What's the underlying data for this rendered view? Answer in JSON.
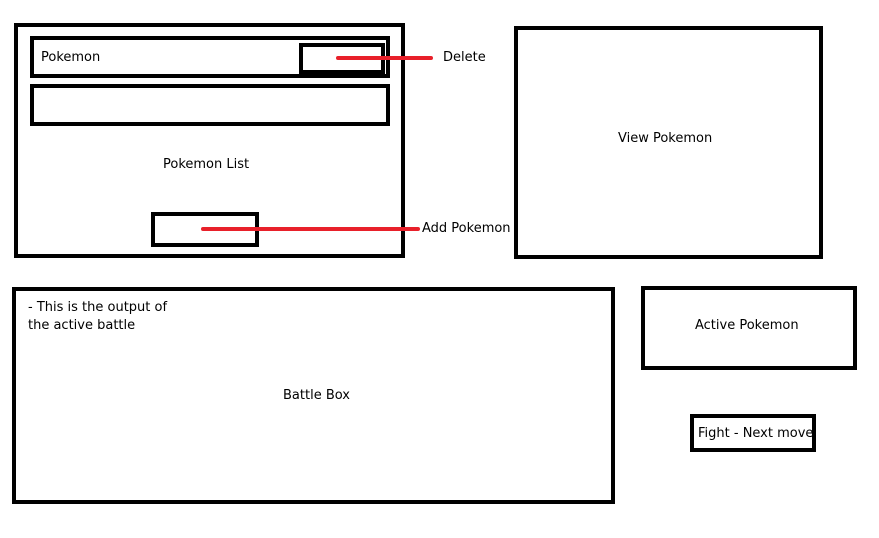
{
  "pokemon_list": {
    "label": "Pokemon List",
    "rows": [
      {
        "label": "Pokemon"
      },
      {
        "label": ""
      }
    ]
  },
  "annotations": {
    "delete": "Delete",
    "add_pokemon": "Add Pokemon"
  },
  "view_pokemon": {
    "label": "View Pokemon"
  },
  "battle_box": {
    "label": "Battle Box",
    "note_line_1": "- This is the output of",
    "note_line_2": "the active battle"
  },
  "active_pokemon": {
    "label": "Active Pokemon"
  },
  "fight_button": {
    "label": "Fight - Next move"
  },
  "colors": {
    "outline": "#000000",
    "connector": "#e8202a",
    "background": "#ffffff"
  }
}
